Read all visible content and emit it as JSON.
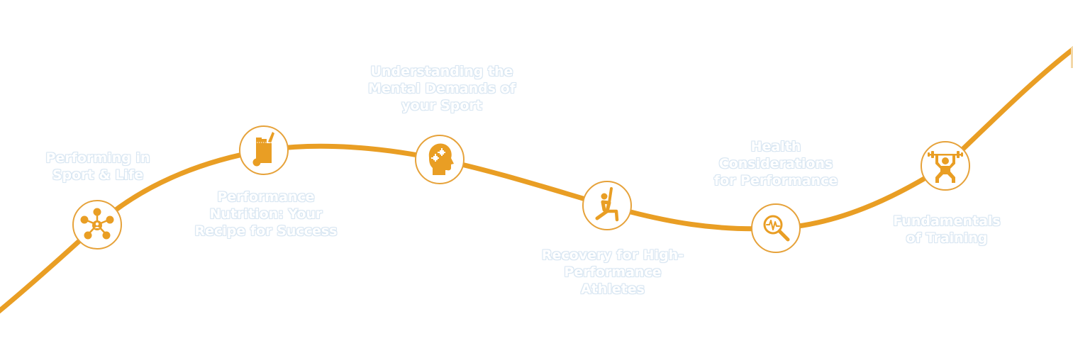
{
  "diagram": {
    "type": "roadmap-path",
    "accent_color": "#E99E24",
    "node_fill": "#ffffff",
    "label_color": "#ffffff",
    "nodes": [
      {
        "id": "performing",
        "icon": "network-people-icon",
        "label_lines": [
          "Performing in",
          "Sport & Life"
        ],
        "label_position": "above"
      },
      {
        "id": "nutrition",
        "icon": "grocery-bag-icon",
        "label_lines": [
          "Performance",
          "Nutrition: Your",
          "Recipe for Success"
        ],
        "label_position": "below"
      },
      {
        "id": "mental",
        "icon": "head-puzzle-icon",
        "label_lines": [
          "Understanding the",
          "Mental Demands of",
          "your Sport"
        ],
        "label_position": "above"
      },
      {
        "id": "recovery",
        "icon": "stretching-person-icon",
        "label_lines": [
          "Recovery for High-",
          "Performance",
          "Athletes"
        ],
        "label_position": "below"
      },
      {
        "id": "health",
        "icon": "magnifier-heartbeat-icon",
        "label_lines": [
          "Health",
          "Considerations",
          "for Performance"
        ],
        "label_position": "above"
      },
      {
        "id": "training",
        "icon": "weightlifter-icon",
        "label_lines": [
          "Fundamentals",
          "of Training"
        ],
        "label_position": "below"
      }
    ]
  }
}
